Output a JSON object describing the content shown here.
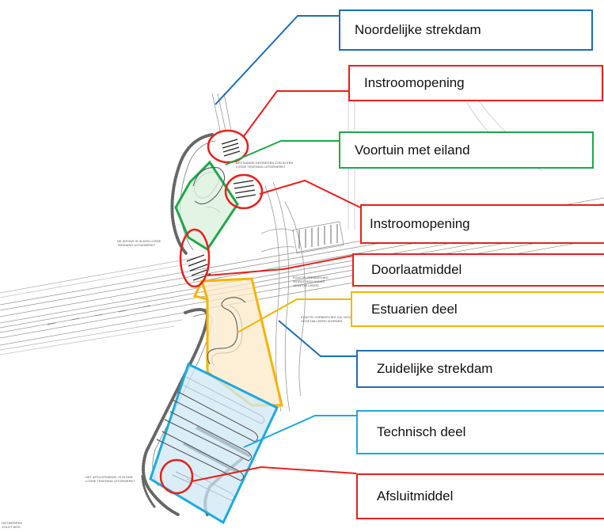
{
  "colors": {
    "blue": "#1f6db5",
    "red": "#e8201c",
    "green": "#1fa84a",
    "orange": "#f5b400",
    "cyan": "#1ea9de",
    "green_fill": "#d9f0dc",
    "orange_fill": "#fbe9c8",
    "cyan_fill": "#cfe8f5"
  },
  "callouts": {
    "noordelijke_strekdam": "Noordelijke strekdam",
    "instroomopening_1": "Instroomopening",
    "voortuin_met_eiland": "Voortuin met eiland",
    "instroomopening_2": "Instroomopening",
    "doorlaatmiddel": "Doorlaatmiddel",
    "estuarien_deel": "Estuarien deel",
    "zuidelijke_strekdam": "Zuidelijke strekdam",
    "technisch_deel": "Technisch deel",
    "afsluitmiddel": "Afsluitmiddel"
  }
}
